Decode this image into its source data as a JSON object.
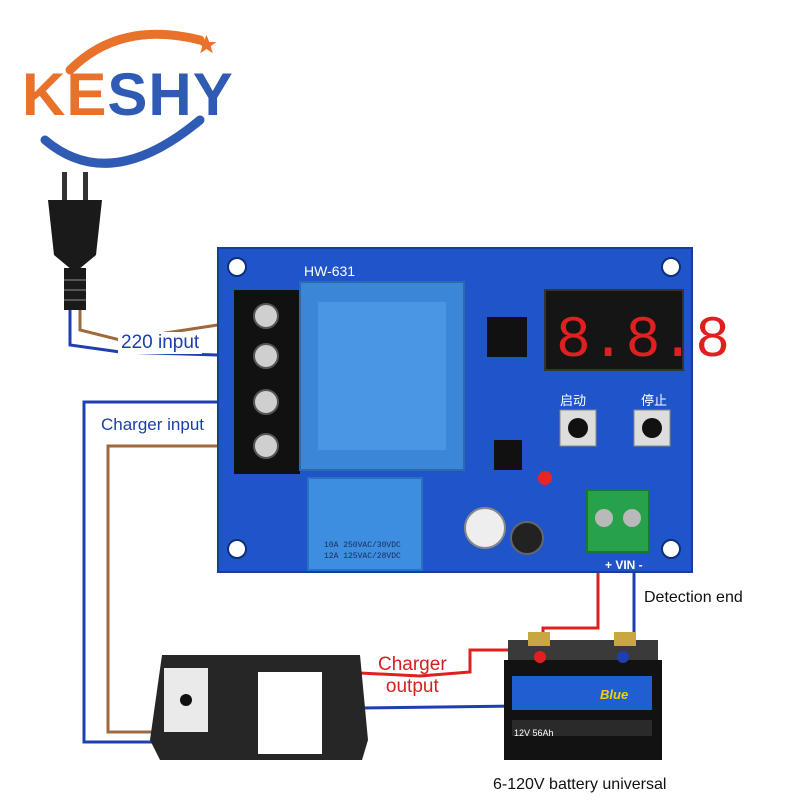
{
  "logo": {
    "text": "KESHY",
    "colors": {
      "orange": "#e8722b",
      "blue": "#2f5bb4"
    }
  },
  "labels": {
    "ac_input": "220 input",
    "charger_input": "Charger input",
    "charger_output": "Charger output",
    "detection_end": "Detection end",
    "battery_note": "6-120V battery universal"
  },
  "board": {
    "model": "HW-631",
    "display": "8.8.8",
    "relay_spec_line1": "10A 250VAC/30VDC",
    "relay_spec_line2": "12A 125VAC/28VDC",
    "button_start": "启动",
    "button_stop": "停止",
    "terminal_label": "+ VIN -",
    "pcb_color": "#1f55c8"
  },
  "battery": {
    "brand": "Blue",
    "spec": "12V 56Ah"
  },
  "wire_colors": {
    "blue": "#1f3fb0",
    "brown": "#9c6a3c",
    "red": "#e02020"
  }
}
